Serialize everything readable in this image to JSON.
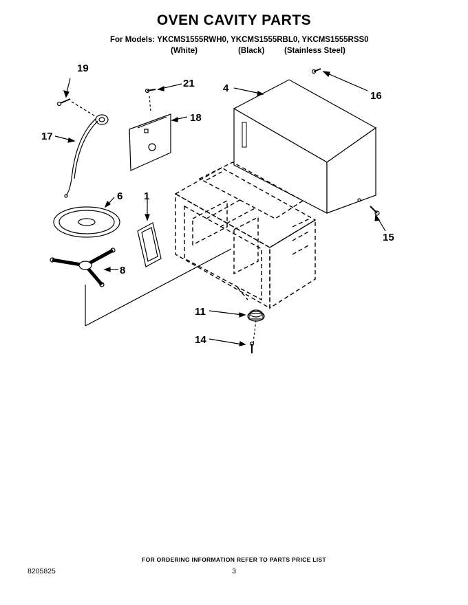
{
  "header": {
    "title": "OVEN CAVITY PARTS",
    "models_line": "For Models: YKCMS1555RWH0, YKCMS1555RBL0, YKCMS1555RSS0",
    "variants": [
      "(White)",
      "(Black)",
      "(Stainless Steel)"
    ]
  },
  "callouts": {
    "c19": "19",
    "c21": "21",
    "c18": "18",
    "c4": "4",
    "c16": "16",
    "c17": "17",
    "c6": "6",
    "c1": "1",
    "c8": "8",
    "c15": "15",
    "c11": "11",
    "c14": "14"
  },
  "footer": {
    "note": "FOR ORDERING INFORMATION REFER TO PARTS PRICE LIST",
    "doc_number": "8205825",
    "page_number": "3"
  }
}
